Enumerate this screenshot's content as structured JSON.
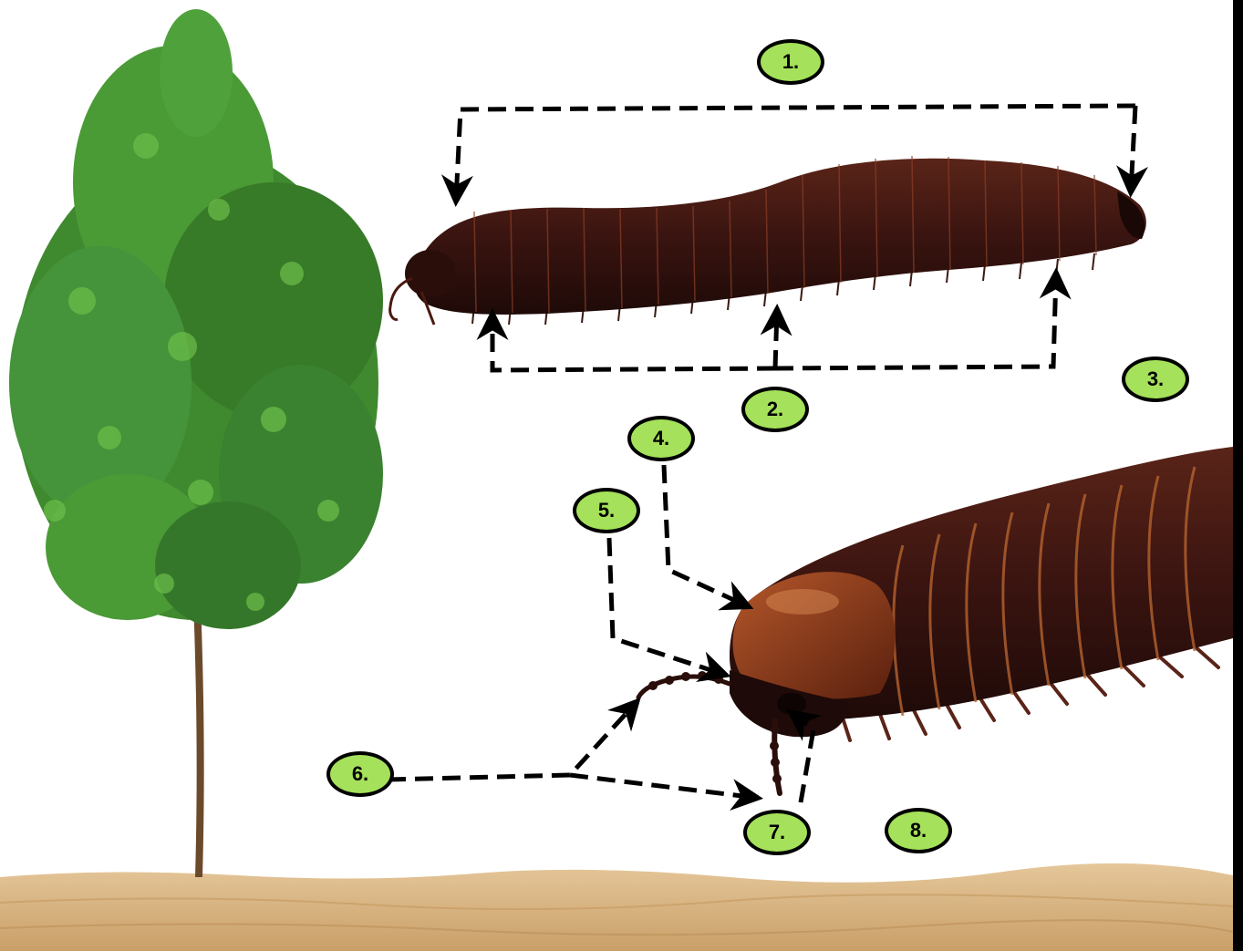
{
  "labels": [
    "1.",
    "2.",
    "3.",
    "4.",
    "5.",
    "6.",
    "7.",
    "8."
  ],
  "colors": {
    "badge_fill": "#a5e15a",
    "badge_border": "#000000",
    "arrow": "#000000",
    "millipede_body": "#3a1410",
    "millipede_head": "#7a2e14",
    "foliage": "#3f8a2e",
    "sand": "#d9b98a"
  }
}
